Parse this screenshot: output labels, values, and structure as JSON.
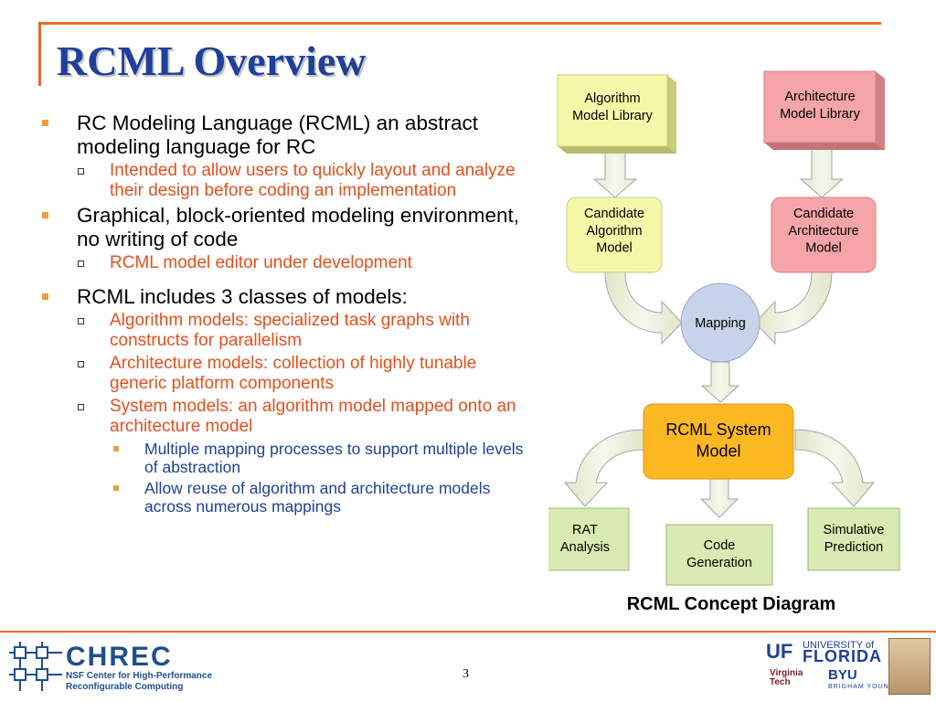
{
  "slide": {
    "title": "RCML Overview",
    "page_number": "3"
  },
  "bullets": [
    {
      "level": 1,
      "text": "RC Modeling Language (RCML) an abstract modeling language for RC"
    },
    {
      "level": 2,
      "text": "Intended to allow users to quickly layout and analyze their design before coding an implementation"
    },
    {
      "level": 1,
      "text": "Graphical, block-oriented modeling environment, no writing of code"
    },
    {
      "level": 2,
      "text": "RCML model editor under development"
    },
    {
      "level": "gap"
    },
    {
      "level": 1,
      "text": "RCML includes 3 classes of models:"
    },
    {
      "level": 2,
      "text": "Algorithm models: specialized task graphs with constructs for parallelism"
    },
    {
      "level": 2,
      "text": "Architecture models: collection of highly tunable generic platform components"
    },
    {
      "level": 2,
      "text": "System models: an algorithm model mapped onto an architecture model"
    },
    {
      "level": 3,
      "text": "Multiple mapping processes to support multiple levels of abstraction"
    },
    {
      "level": 3,
      "text": "Allow reuse of algorithm and architecture models across numerous mappings"
    }
  ],
  "diagram": {
    "caption": "RCML Concept Diagram",
    "colors": {
      "yellow": "#f5f8a8",
      "pink": "#f5a5a8",
      "blue": "#c7d3ea",
      "orange": "#fbb823",
      "green": "#d9ebb3",
      "arrow": "#eef2dc",
      "arrow_stroke": "#a6a6a6"
    },
    "nodes": {
      "algorithm_library": [
        "Algorithm",
        "Model Library"
      ],
      "architecture_library": [
        "Architecture",
        "Model Library"
      ],
      "candidate_algorithm": [
        "Candidate",
        "Algorithm",
        "Model"
      ],
      "candidate_architecture": [
        "Candidate",
        "Architecture",
        "Model"
      ],
      "mapping": [
        "Mapping"
      ],
      "system_model": [
        "RCML System",
        "Model"
      ],
      "rat_analysis": [
        "RAT",
        "Analysis"
      ],
      "code_generation": [
        "Code",
        "Generation"
      ],
      "simulative_prediction": [
        "Simulative",
        "Prediction"
      ]
    }
  },
  "footer": {
    "chrec_name": "CHREC",
    "chrec_subtitle_1": "NSF Center for High-Performance",
    "chrec_subtitle_2": "Reconfigurable Computing",
    "uf_mark": "UF",
    "uf_text_1": "UNIVERSITY of",
    "uf_text_2": "FLORIDA",
    "vt_text_1": "Virginia",
    "vt_text_2": "Tech",
    "byu_text": "BYU",
    "byu_sub": "BRIGHAM YOUNG"
  }
}
